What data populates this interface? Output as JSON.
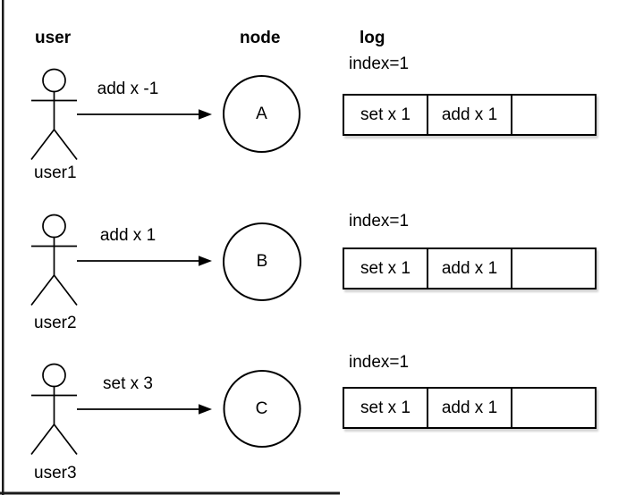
{
  "headers": {
    "user": "user",
    "node": "node",
    "log": "log"
  },
  "rows": [
    {
      "user_label": "user1",
      "command": "add x -1",
      "node_label": "A",
      "log": {
        "index_label": "index=1",
        "entries": [
          "set x 1",
          "add x 1",
          ""
        ]
      }
    },
    {
      "user_label": "user2",
      "command": "add x 1",
      "node_label": "B",
      "log": {
        "index_label": "index=1",
        "entries": [
          "set x 1",
          "add x 1",
          ""
        ]
      }
    },
    {
      "user_label": "user3",
      "command": "set x 3",
      "node_label": "C",
      "log": {
        "index_label": "index=1",
        "entries": [
          "set x 1",
          "add x 1",
          ""
        ]
      }
    }
  ],
  "colors": {
    "stroke": "#000000",
    "background": "#ffffff",
    "text": "#000000"
  }
}
